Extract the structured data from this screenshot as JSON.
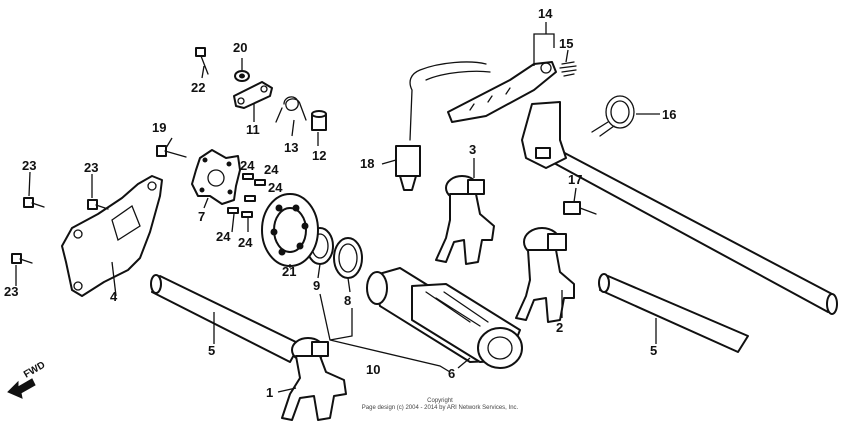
{
  "callouts": {
    "c1": "1",
    "c2": "2",
    "c3": "3",
    "c4": "4",
    "c5a": "5",
    "c5b": "5",
    "c6": "6",
    "c7": "7",
    "c8": "8",
    "c9": "9",
    "c10": "10",
    "c11": "11",
    "c12": "12",
    "c13": "13",
    "c14": "14",
    "c15": "15",
    "c16": "16",
    "c17": "17",
    "c18": "18",
    "c19": "19",
    "c20": "20",
    "c21": "21",
    "c22": "22",
    "c23a": "23",
    "c23b": "23",
    "c23c": "23",
    "c24a": "24",
    "c24b": "24",
    "c24c": "24",
    "c24d": "24",
    "c24e": "24"
  },
  "fwd_label": "FWD",
  "copyright": {
    "line1": "Copyright",
    "line2": "Page design (c) 2004 - 2014 by ARI Network Services, Inc."
  },
  "colors": {
    "ink": "#111111",
    "background": "#ffffff"
  }
}
